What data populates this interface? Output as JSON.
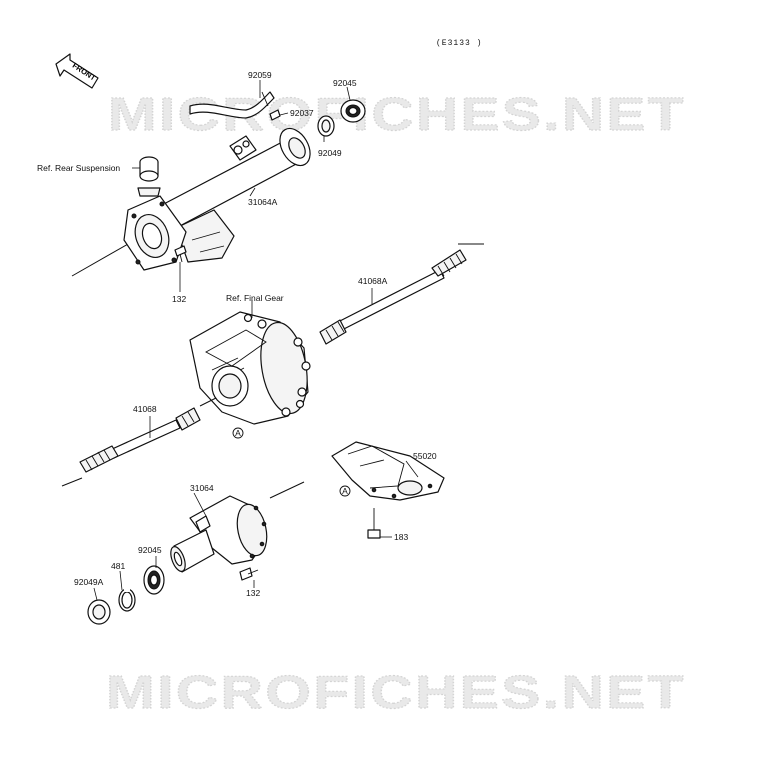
{
  "diagram_code": "(E3133 )",
  "front_arrow": {
    "label": "FRONT"
  },
  "watermark": {
    "text": "MICROFICHES.NET"
  },
  "callouts": {
    "ref_rear_suspension": "Ref. Rear Suspension",
    "ref_final_gear": "Ref. Final Gear",
    "p92059": "92059",
    "p92045_top": "92045",
    "p92037": "92037",
    "p92049": "92049",
    "p31064A": "31064A",
    "p132_top": "132",
    "p41068A": "41068A",
    "p41068": "41068",
    "marker_a_top": "A",
    "marker_a_mid": "A",
    "p55020": "55020",
    "p183": "183",
    "p31064": "31064",
    "p92045_bottom": "92045",
    "p481": "481",
    "p92049A": "92049A",
    "p132_bottom": "132"
  }
}
